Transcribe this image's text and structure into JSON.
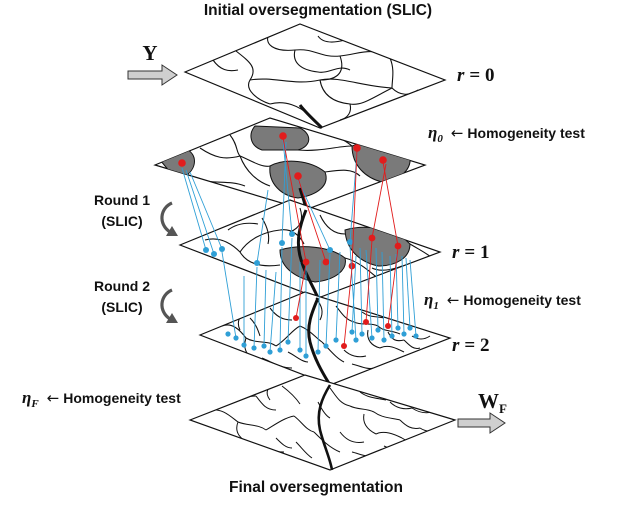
{
  "title": "Initial oversegmentation (SLIC)",
  "footer": "Final oversegmentation",
  "input_symbol": "Y",
  "output_symbol": {
    "base": "W",
    "sub": "F"
  },
  "levels": [
    {
      "var": "r",
      "eq": "= 0"
    },
    {
      "var": "r",
      "eq": "= 1"
    },
    {
      "var": "r",
      "eq": "= 2"
    }
  ],
  "tests": [
    {
      "sym": "η",
      "sub": "0",
      "arrow": "←",
      "text": "Homogeneity test"
    },
    {
      "sym": "η",
      "sub": "1",
      "arrow": "←",
      "text": "Homogeneity test"
    },
    {
      "sym": "η",
      "sub": "F",
      "arrow": "←",
      "text": "Homogeneity test"
    }
  ],
  "rounds": [
    {
      "line1": "Round 1",
      "line2": "(SLIC)"
    },
    {
      "line1": "Round 2",
      "line2": "(SLIC)"
    }
  ],
  "colors": {
    "ink": "#111111",
    "grey_region": "#7a7a7a",
    "red": "#e11c1c",
    "blue": "#2f9fd6",
    "arrow_fill": "#cfcfcf"
  }
}
